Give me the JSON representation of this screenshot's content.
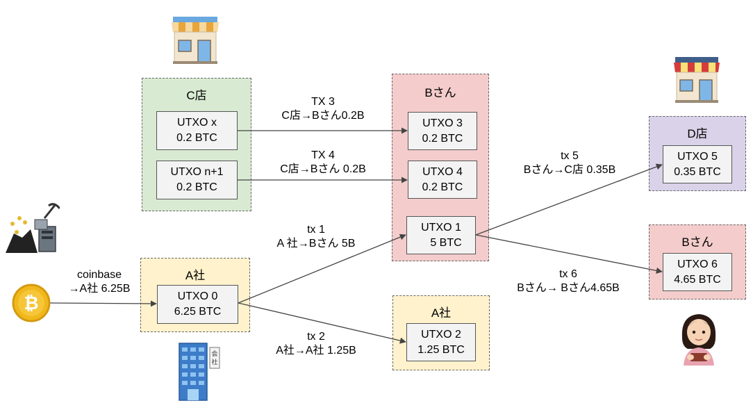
{
  "groups": {
    "c_store": {
      "title": "C店",
      "color": "#d9ead3"
    },
    "b_top": {
      "title": "Bさん",
      "color": "#f4cccc"
    },
    "a_left": {
      "title": "A社",
      "color": "#fff2cc"
    },
    "a_right": {
      "title": "A社",
      "color": "#fff2cc"
    },
    "d_store": {
      "title": "D店",
      "color": "#d9d2e9"
    },
    "b_right": {
      "title": "Bさん",
      "color": "#f4cccc"
    }
  },
  "utxos": {
    "x": {
      "name": "UTXO x",
      "amount": "0.2 BTC"
    },
    "n1": {
      "name": "UTXO n+1",
      "amount": "0.2 BTC"
    },
    "u0": {
      "name": "UTXO 0",
      "amount": "6.25 BTC"
    },
    "u3": {
      "name": "UTXO 3",
      "amount": "0.2 BTC"
    },
    "u4": {
      "name": "UTXO 4",
      "amount": "0.2 BTC"
    },
    "u1": {
      "name": "UTXO 1",
      "amount": "5 BTC"
    },
    "u2": {
      "name": "UTXO 2",
      "amount": "1.25 BTC"
    },
    "u5": {
      "name": "UTXO 5",
      "amount": "0.35 BTC"
    },
    "u6": {
      "name": "UTXO 6",
      "amount": "4.65 BTC"
    }
  },
  "transactions": {
    "tx3": {
      "line1": "TX  3",
      "line2": "C店→Bさん0.2B"
    },
    "tx4": {
      "line1": "TX  4",
      "line2": "C店→Bさん 0.2B"
    },
    "tx1": {
      "line1": "tx 1",
      "line2": "A 社→Bさん 5B"
    },
    "tx2": {
      "line1": "tx 2",
      "line2": "A社→A社 1.25B"
    },
    "tx5": {
      "line1": "tx 5",
      "line2": "Bさん→C店 0.35B"
    },
    "tx6": {
      "line1": "tx 6",
      "line2": "Bさん→ Bさん4.65B"
    },
    "coinbase": {
      "line1": "coinbase",
      "line2": "→A社 6.25B"
    }
  },
  "icons": [
    "shop-icon",
    "shop-icon",
    "mining-icon",
    "bitcoin-icon",
    "office-building-icon",
    "woman-wallet-icon"
  ],
  "colors": {
    "arrow": "#444444",
    "utxo_fill": "#f3f3f3",
    "border": "#666666"
  }
}
